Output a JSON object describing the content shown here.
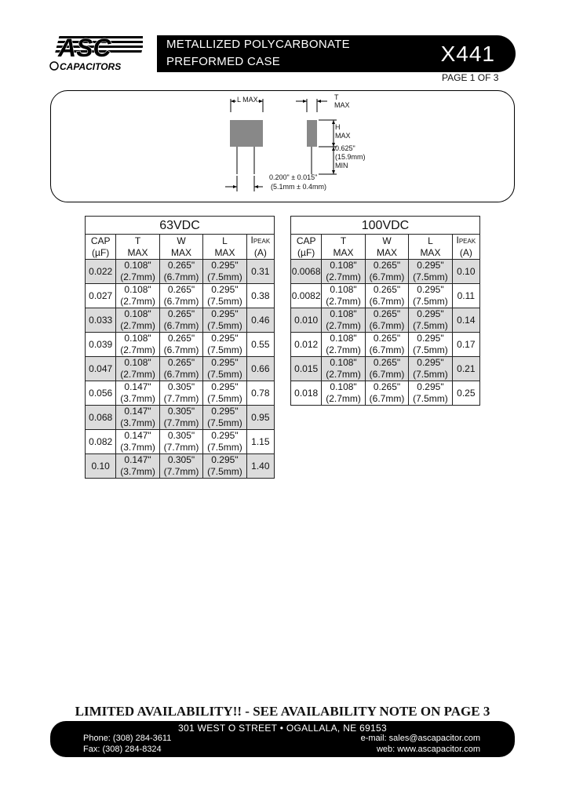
{
  "logo": {
    "brand": "ASC",
    "sub": "CAPACITORS"
  },
  "header": {
    "line1": "METALLIZED POLYCARBONATE",
    "line2": "PREFORMED CASE",
    "part_number": "X441",
    "page": "PAGE 1 OF 3"
  },
  "drawing": {
    "l_max": "L MAX",
    "t": "T",
    "t_max": "MAX",
    "h": "H",
    "h_max": "MAX",
    "lead_in": "0.625\"",
    "lead_mm": "(15.9mm)",
    "lead_min": "MIN",
    "spacing_in": "0.200\" ± 0.015\"",
    "spacing_mm": "(5.1mm ± 0.4mm)"
  },
  "tables": {
    "v63": {
      "voltage": "63VDC",
      "headers": [
        [
          "CAP",
          "(µF)"
        ],
        [
          "T",
          "MAX"
        ],
        [
          "W",
          "MAX"
        ],
        [
          "L",
          "MAX"
        ],
        [
          "I",
          "PEAK",
          "(A)"
        ]
      ],
      "rows": [
        {
          "cap": "0.022",
          "t1": "0.108\"",
          "t2": "(2.7mm)",
          "w1": "0.265\"",
          "w2": "(6.7mm)",
          "l1": "0.295\"",
          "l2": "(7.5mm)",
          "i": "0.31",
          "shade": true
        },
        {
          "cap": "0.027",
          "t1": "0.108\"",
          "t2": "(2.7mm)",
          "w1": "0.265\"",
          "w2": "(6.7mm)",
          "l1": "0.295\"",
          "l2": "(7.5mm)",
          "i": "0.38",
          "shade": false
        },
        {
          "cap": "0.033",
          "t1": "0.108\"",
          "t2": "(2.7mm)",
          "w1": "0.265\"",
          "w2": "(6.7mm)",
          "l1": "0.295\"",
          "l2": "(7.5mm)",
          "i": "0.46",
          "shade": true
        },
        {
          "cap": "0.039",
          "t1": "0.108\"",
          "t2": "(2.7mm)",
          "w1": "0.265\"",
          "w2": "(6.7mm)",
          "l1": "0.295\"",
          "l2": "(7.5mm)",
          "i": "0.55",
          "shade": false
        },
        {
          "cap": "0.047",
          "t1": "0.108\"",
          "t2": "(2.7mm)",
          "w1": "0.265\"",
          "w2": "(6.7mm)",
          "l1": "0.295\"",
          "l2": "(7.5mm)",
          "i": "0.66",
          "shade": true
        },
        {
          "cap": "0.056",
          "t1": "0.147\"",
          "t2": "(3.7mm)",
          "w1": "0.305\"",
          "w2": "(7.7mm)",
          "l1": "0.295\"",
          "l2": "(7.5mm)",
          "i": "0.78",
          "shade": false
        },
        {
          "cap": "0.068",
          "t1": "0.147\"",
          "t2": "(3.7mm)",
          "w1": "0.305\"",
          "w2": "(7.7mm)",
          "l1": "0.295\"",
          "l2": "(7.5mm)",
          "i": "0.95",
          "shade": true
        },
        {
          "cap": "0.082",
          "t1": "0.147\"",
          "t2": "(3.7mm)",
          "w1": "0.305\"",
          "w2": "(7.7mm)",
          "l1": "0.295\"",
          "l2": "(7.5mm)",
          "i": "1.15",
          "shade": false
        },
        {
          "cap": "0.10",
          "t1": "0.147\"",
          "t2": "(3.7mm)",
          "w1": "0.305\"",
          "w2": "(7.7mm)",
          "l1": "0.295\"",
          "l2": "(7.5mm)",
          "i": "1.40",
          "shade": true
        }
      ]
    },
    "v100": {
      "voltage": "100VDC",
      "headers": [
        [
          "CAP",
          "(µF)"
        ],
        [
          "T",
          "MAX"
        ],
        [
          "W",
          "MAX"
        ],
        [
          "L",
          "MAX"
        ],
        [
          "I",
          "PEAK",
          "(A)"
        ]
      ],
      "rows": [
        {
          "cap": "0.0068",
          "t1": "0.108\"",
          "t2": "(2.7mm)",
          "w1": "0.265\"",
          "w2": "(6.7mm)",
          "l1": "0.295\"",
          "l2": "(7.5mm)",
          "i": "0.10",
          "shade": true
        },
        {
          "cap": "0.0082",
          "t1": "0.108\"",
          "t2": "(2.7mm)",
          "w1": "0.265\"",
          "w2": "(6.7mm)",
          "l1": "0.295\"",
          "l2": "(7.5mm)",
          "i": "0.11",
          "shade": false
        },
        {
          "cap": "0.010",
          "t1": "0.108\"",
          "t2": "(2.7mm)",
          "w1": "0.265\"",
          "w2": "(6.7mm)",
          "l1": "0.295\"",
          "l2": "(7.5mm)",
          "i": "0.14",
          "shade": true
        },
        {
          "cap": "0.012",
          "t1": "0.108\"",
          "t2": "(2.7mm)",
          "w1": "0.265\"",
          "w2": "(6.7mm)",
          "l1": "0.295\"",
          "l2": "(7.5mm)",
          "i": "0.17",
          "shade": false
        },
        {
          "cap": "0.015",
          "t1": "0.108\"",
          "t2": "(2.7mm)",
          "w1": "0.265\"",
          "w2": "(6.7mm)",
          "l1": "0.295\"",
          "l2": "(7.5mm)",
          "i": "0.21",
          "shade": true
        },
        {
          "cap": "0.018",
          "t1": "0.108\"",
          "t2": "(2.7mm)",
          "w1": "0.265\"",
          "w2": "(6.7mm)",
          "l1": "0.295\"",
          "l2": "(7.5mm)",
          "i": "0.25",
          "shade": false
        }
      ]
    }
  },
  "notice": "LIMITED AVAILABILITY!! - SEE AVAILABILITY NOTE ON PAGE 3",
  "footer": {
    "address": "301 WEST O STREET • OGALLALA, NE 69153",
    "phone": "Phone: (308) 284-3611",
    "fax": "Fax: (308) 284-8324",
    "email": "e-mail: sales@ascapacitor.com",
    "web": "web: www.ascapacitor.com"
  },
  "colors": {
    "shade": "#dcdcdc",
    "banner": "#000000"
  }
}
